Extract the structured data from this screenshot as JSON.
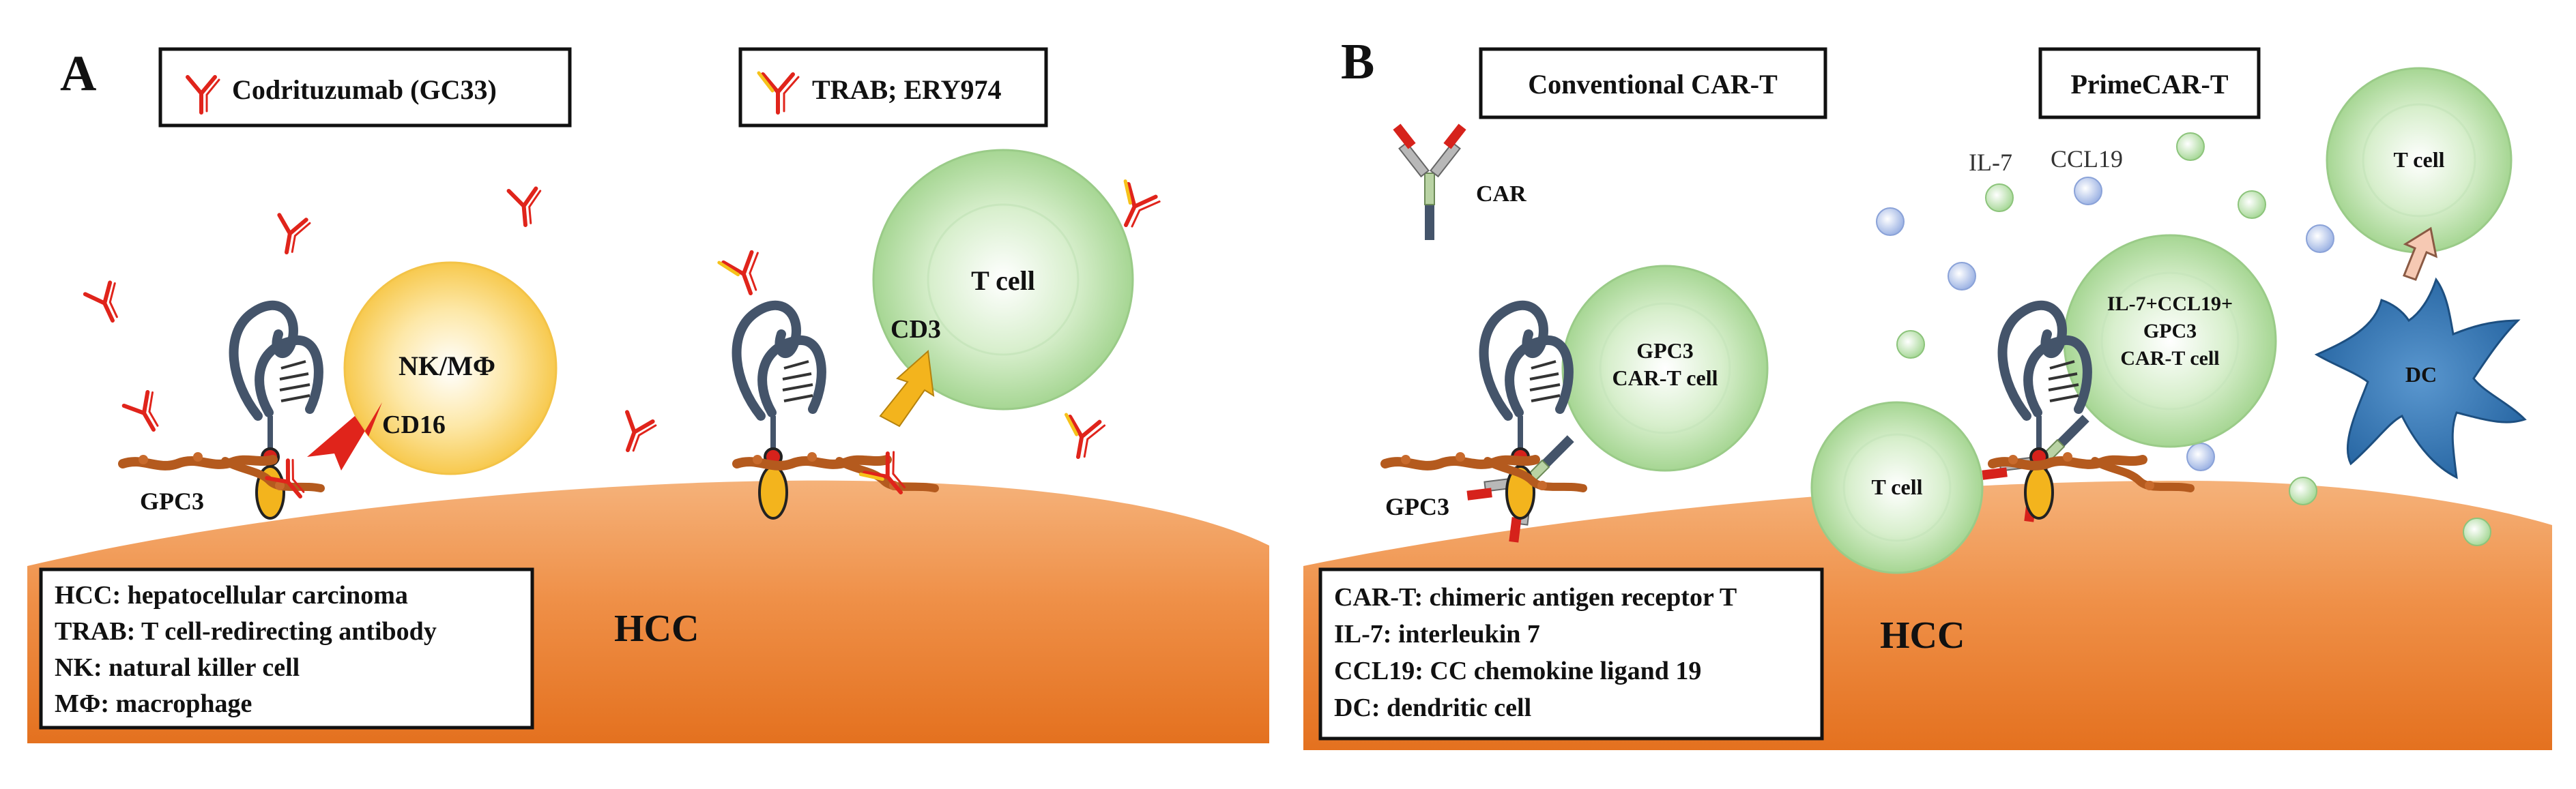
{
  "panel_a": {
    "letter": "A",
    "legend_antibody_1": "Codrituzumab (GC33)",
    "legend_antibody_2": "TRAB; ERY974",
    "nk_cell_label": "NK/MΦ",
    "cd16_label": "CD16",
    "t_cell_label": "T cell",
    "cd3_label": "CD3",
    "gpc3_label": "GPC3",
    "hcc_label": "HCC",
    "abbreviations": [
      "HCC: hepatocellular carcinoma",
      "TRAB: T cell-redirecting antibody",
      "NK: natural killer cell",
      "MΦ: macrophage"
    ]
  },
  "panel_b": {
    "letter": "B",
    "title_left": "Conventional CAR-T",
    "title_right": "PrimeCAR-T",
    "car_label": "CAR",
    "il7_label": "IL-7",
    "ccl19_label": "CCL19",
    "car_t_cell_line1": "GPC3",
    "car_t_cell_line2": "CAR-T cell",
    "prime_cell_line1": "IL-7+CCL19+",
    "prime_cell_line2": "GPC3",
    "prime_cell_line3": "CAR-T cell",
    "t_cell_top_label": "T cell",
    "t_cell_left_label": "T cell",
    "dc_label": "DC",
    "gpc3_label": "GPC3",
    "hcc_label": "HCC",
    "abbreviations": [
      "CAR-T: chimeric antigen receptor T",
      "IL-7: interleukin 7",
      "CCL19: CC chemokine ligand 19",
      "DC: dendritic cell"
    ]
  },
  "colors": {
    "antibody_red": "#e0241b",
    "antibody_yellow": "#f6c21b",
    "nk_yellow": "#f8cf5a",
    "t_cell_green": "#a9d99a",
    "gpc3_brown": "#b45a1e",
    "receptor_slate": "#44546a",
    "hcc_orange": "#e87a2c",
    "dc_blue": "#2e6fad",
    "il7_green": "#b5e0a8",
    "ccl19_blue": "#a9bce6"
  }
}
